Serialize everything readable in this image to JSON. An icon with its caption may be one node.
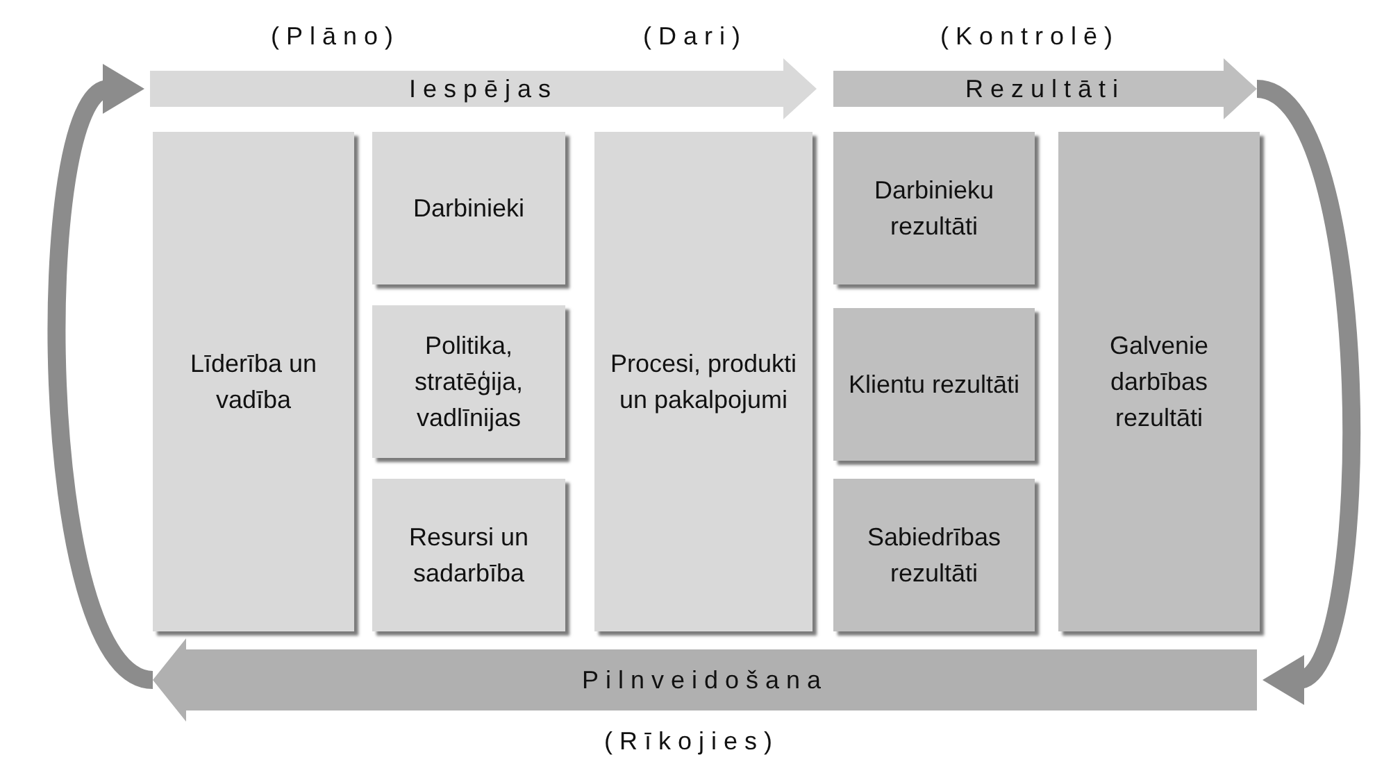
{
  "diagram": {
    "nodes": [
      {
        "text": [
          "Iespējas"
        ]
      },
      {
        "text": [
          "Rezultāti"
        ]
      },
      {
        "text": [
          "Līderība un vadība"
        ]
      },
      {
        "text": [
          "Darbinieki"
        ]
      },
      {
        "text": [
          "Politika, stratēģija, vadlīnijas"
        ]
      },
      {
        "text": [
          "Resursi un sadarbība"
        ]
      },
      {
        "text": [
          "Procesi, produkti un pakalpojumi"
        ]
      },
      {
        "text": [
          "Darbinieku rezultāti"
        ]
      },
      {
        "text": [
          "Klientu rezultāti"
        ]
      },
      {
        "text": [
          "Sabiedrības rezultāti"
        ]
      },
      {
        "text": [
          "Galvenie darbības rezultāti"
        ]
      },
      {
        "text": [
          "Pilnveidošana"
        ]
      }
    ],
    "edges": [
      {
        "from": 11,
        "to": 0,
        "arrow": "to"
      },
      {
        "from": 1,
        "to": 11,
        "arrow": "to"
      }
    ],
    "labels": [
      "(Plāno)",
      "(Dari)",
      "(Kontrolē)",
      "(Rīkojies)"
    ]
  }
}
